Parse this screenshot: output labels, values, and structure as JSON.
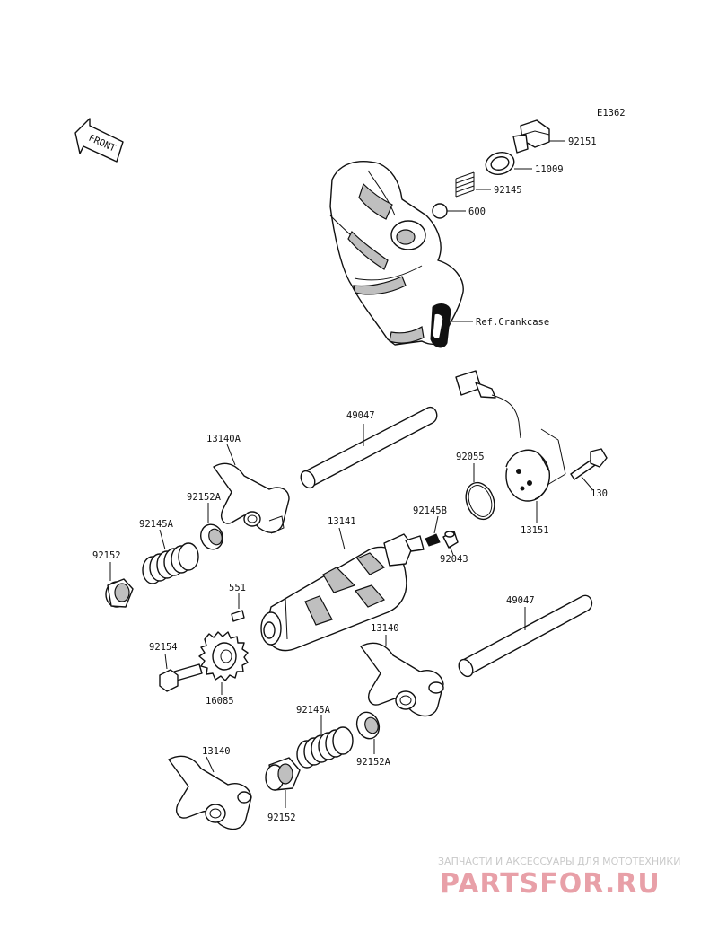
{
  "diagram_code": "E1362",
  "front_label": "FRONT",
  "crankcase_ref": "Ref.Crankcase",
  "labels": {
    "p92151": "92151",
    "p11009": "11009",
    "p92145": "92145",
    "p600": "600",
    "p49047_top": "49047",
    "p13140A": "13140A",
    "p92055": "92055",
    "p130": "130",
    "p92152A_top": "92152A",
    "p13151": "13151",
    "p92145A_top": "92145A",
    "p13141": "13141",
    "p92145B": "92145B",
    "p92152_left": "92152",
    "p92043": "92043",
    "p551": "551",
    "p49047_bottom": "49047",
    "p92154": "92154",
    "p13140_mid": "13140",
    "p16085": "16085",
    "p92145A_bottom": "92145A",
    "p13140_bottom": "13140",
    "p92152A_bottom": "92152A",
    "p92152_bottom": "92152"
  },
  "watermark": {
    "tagline": "ЗАПЧАСТИ И АКСЕССУАРЫ ДЛЯ МОТОТЕХНИКИ",
    "logo": "PARTSFOR.RU",
    "logo_color": "#e8a0a8"
  }
}
